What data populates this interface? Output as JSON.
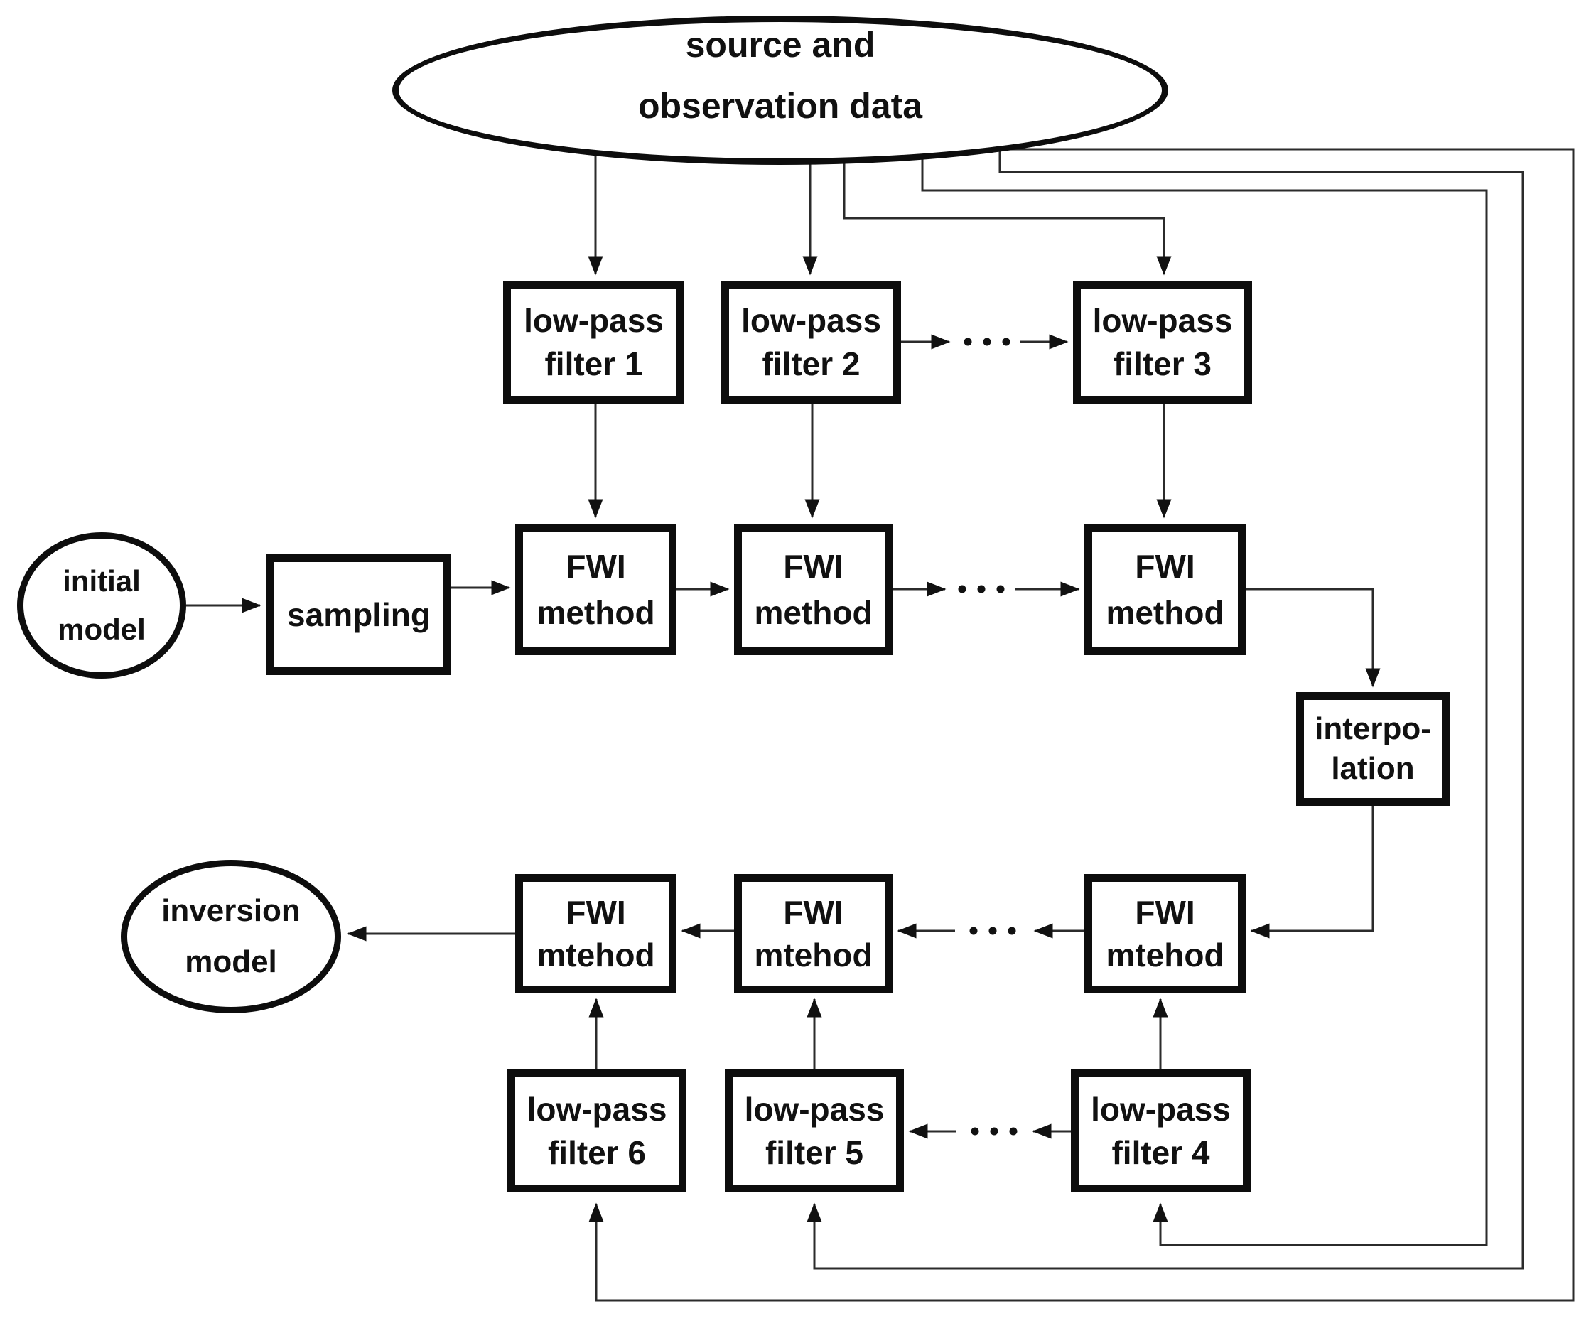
{
  "diagram": {
    "type": "flowchart",
    "colors": {
      "ink": "#111111",
      "background": "#ffffff",
      "line": "#2b2b2b"
    },
    "nodes": {
      "source": {
        "line1": "source and",
        "line2": "observation data"
      },
      "lpf1": {
        "line1": "low-pass",
        "line2": "filter 1"
      },
      "lpf2": {
        "line1": "low-pass",
        "line2": "filter 2"
      },
      "lpf3": {
        "line1": "low-pass",
        "line2": "filter 3"
      },
      "initial": {
        "line1": "initial",
        "line2": "model"
      },
      "sampling": {
        "label": "sampling"
      },
      "fwi1": {
        "line1": "FWI",
        "line2": "method"
      },
      "fwi2": {
        "line1": "FWI",
        "line2": "method"
      },
      "fwi3": {
        "line1": "FWI",
        "line2": "method"
      },
      "interpolation": {
        "line1": "interpo-",
        "line2": "lation"
      },
      "inversion": {
        "line1": "inversion",
        "line2": "model"
      },
      "fwim1": {
        "line1": "FWI",
        "line2": "mtehod"
      },
      "fwim2": {
        "line1": "FWI",
        "line2": "mtehod"
      },
      "fwim3": {
        "line1": "FWI",
        "line2": "mtehod"
      },
      "lpf4": {
        "line1": "low-pass",
        "line2": "filter 4"
      },
      "lpf5": {
        "line1": "low-pass",
        "line2": "filter 5"
      },
      "lpf6": {
        "line1": "low-pass",
        "line2": "filter 6"
      }
    },
    "edges": [
      {
        "from": "source",
        "to": "lpf1",
        "style": "solid-arrow"
      },
      {
        "from": "source",
        "to": "lpf2",
        "style": "solid-arrow"
      },
      {
        "from": "source",
        "to": "lpf3",
        "style": "solid-arrow"
      },
      {
        "from": "source",
        "to": "lpf4",
        "style": "solid-arrow-right-side"
      },
      {
        "from": "source",
        "to": "lpf5",
        "style": "solid-arrow-right-side"
      },
      {
        "from": "source",
        "to": "lpf6",
        "style": "solid-arrow-right-side"
      },
      {
        "from": "lpf2",
        "to": "lpf3",
        "style": "dotted-gap-arrow"
      },
      {
        "from": "initial",
        "to": "sampling",
        "style": "solid-arrow"
      },
      {
        "from": "sampling",
        "to": "fwi1",
        "style": "solid-arrow"
      },
      {
        "from": "lpf1",
        "to": "fwi1",
        "style": "solid-arrow"
      },
      {
        "from": "lpf2",
        "to": "fwi2",
        "style": "solid-arrow"
      },
      {
        "from": "lpf3",
        "to": "fwi3",
        "style": "solid-arrow"
      },
      {
        "from": "fwi1",
        "to": "fwi2",
        "style": "solid-arrow"
      },
      {
        "from": "fwi2",
        "to": "fwi3",
        "style": "dotted-gap-arrow"
      },
      {
        "from": "fwi3",
        "to": "interpolation",
        "style": "solid-arrow"
      },
      {
        "from": "interpolation",
        "to": "fwim3",
        "style": "solid-arrow"
      },
      {
        "from": "lpf4",
        "to": "fwim3",
        "style": "solid-arrow"
      },
      {
        "from": "fwim3",
        "to": "fwim2",
        "style": "dotted-gap-arrow"
      },
      {
        "from": "lpf5",
        "to": "fwim2",
        "style": "solid-arrow"
      },
      {
        "from": "fwim2",
        "to": "fwim1",
        "style": "solid-arrow"
      },
      {
        "from": "lpf6",
        "to": "fwim1",
        "style": "solid-arrow"
      },
      {
        "from": "fwim1",
        "to": "inversion",
        "style": "solid-arrow"
      },
      {
        "from": "lpf4",
        "to": "lpf5",
        "style": "dotted-gap-arrow"
      }
    ]
  }
}
